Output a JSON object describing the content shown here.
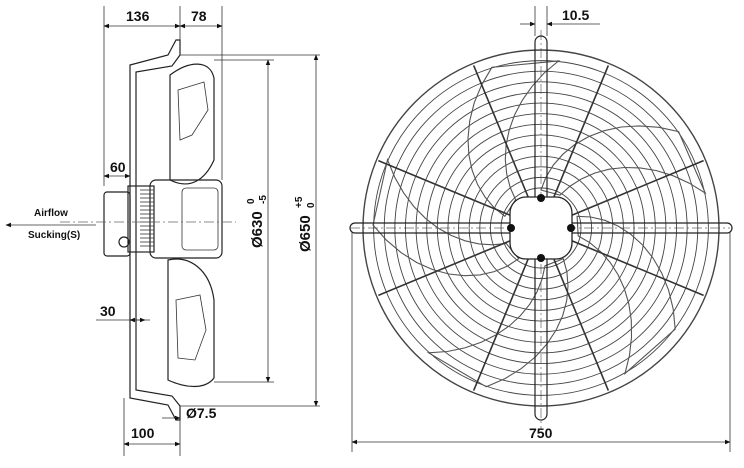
{
  "side_view": {
    "dim_136": "136",
    "dim_78": "78",
    "dim_60": "60",
    "dim_30": "30",
    "dim_100": "100",
    "dim_hole": "Ø7.5",
    "dim_d630": "Ø630",
    "dim_d630_tol_upper": "0",
    "dim_d630_tol_lower": "-5",
    "dim_d650": "Ø650",
    "dim_d650_tol_upper": "+5",
    "dim_d650_tol_lower": "0",
    "airflow_label": "Airflow",
    "sucking_label": "Sucking(S)"
  },
  "front_view": {
    "dim_top": "10.5",
    "dim_width": "750",
    "guard_rings": 14,
    "blade_count": 5,
    "spoke_count": 8
  }
}
